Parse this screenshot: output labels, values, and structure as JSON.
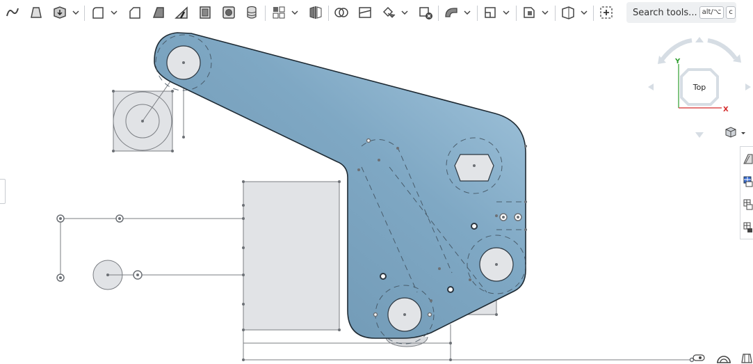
{
  "toolbar": {
    "tools": [
      {
        "name": "sweep-icon"
      },
      {
        "name": "loft-icon"
      },
      {
        "name": "thicken-icon",
        "has_menu": true
      },
      {
        "name": "fillet-icon",
        "has_menu": true
      },
      {
        "name": "chamfer-icon"
      },
      {
        "name": "draft-icon"
      },
      {
        "name": "rib-icon"
      },
      {
        "name": "shell-icon"
      },
      {
        "name": "hole-icon"
      },
      {
        "name": "thread-icon"
      },
      {
        "name": "pattern-icon",
        "has_menu": true
      },
      {
        "name": "mirror-icon"
      },
      {
        "name": "boolean-icon"
      },
      {
        "name": "split-icon"
      },
      {
        "name": "transform-icon",
        "has_menu": true
      },
      {
        "name": "delete-part-icon"
      },
      {
        "name": "modify-fillet-icon",
        "has_menu": true
      },
      {
        "name": "plane-icon",
        "has_menu": true
      },
      {
        "name": "mate-connector-icon",
        "has_menu": true
      },
      {
        "name": "sheet-metal-icon",
        "has_menu": true
      },
      {
        "name": "add-custom-feature-icon"
      }
    ],
    "search": {
      "label": "Search tools...",
      "shortcut_modifier": "alt/⌥",
      "shortcut_key": "c"
    }
  },
  "view_cube": {
    "face_label": "Top",
    "axis_y_label": "Y",
    "axis_x_label": "X",
    "colors": {
      "y_axis": "#2e9e2e",
      "x_axis": "#d42a2a",
      "arrows": "#d6dde4"
    }
  },
  "right_panel": {
    "buttons": [
      {
        "name": "appearance-icon"
      },
      {
        "name": "display-states-icon"
      },
      {
        "name": "section-view-icon"
      },
      {
        "name": "measure-icon"
      }
    ]
  },
  "bottom_toolbar": {
    "buttons": [
      {
        "name": "units-icon"
      },
      {
        "name": "mass-properties-icon"
      },
      {
        "name": "measure-tool-icon"
      }
    ]
  },
  "colors": {
    "part_fill_start": "#6e97b3",
    "part_fill_end": "#9ec2db",
    "sketch_fill": "#e1e3e6",
    "sketch_line": "#7a7d82",
    "part_edge": "#1e2a33"
  }
}
